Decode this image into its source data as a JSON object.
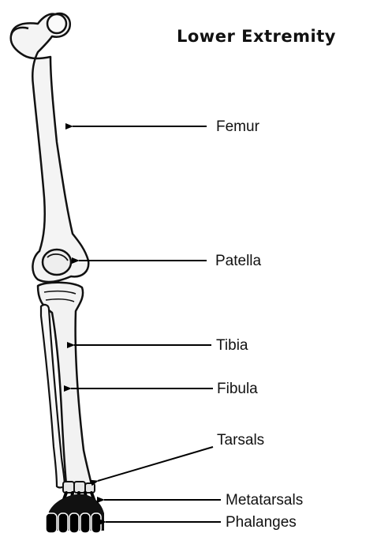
{
  "diagram": {
    "title": "Lower Extremity",
    "labels": {
      "femur": "Femur",
      "patella": "Patella",
      "tibia": "Tibia",
      "fibula": "Fibula",
      "tarsals": "Tarsals",
      "metatarsals": "Metatarsals",
      "phalanges": "Phalanges"
    }
  }
}
